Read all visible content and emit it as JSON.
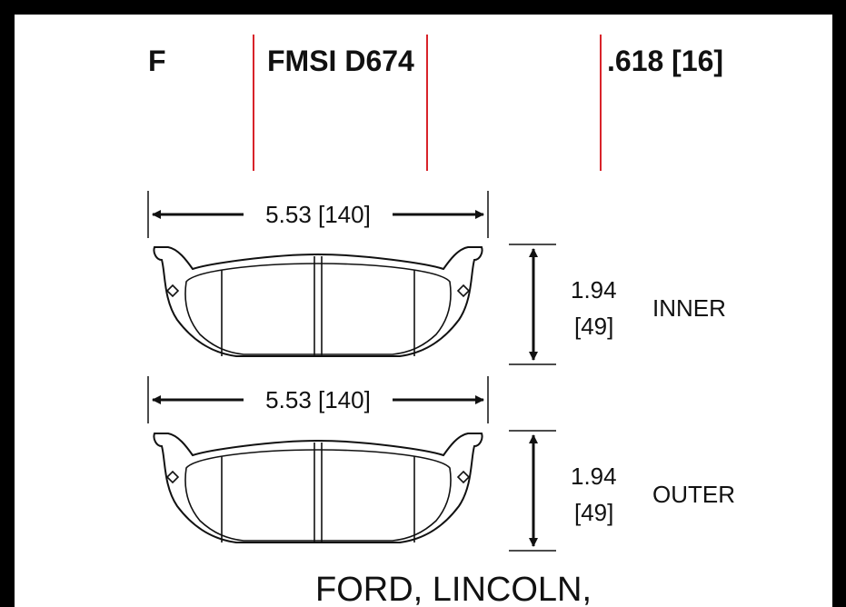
{
  "header": {
    "position_code": "F",
    "fmsi": "FMSI D674",
    "thickness": ".618 [16]",
    "divider_color": "#d8232a"
  },
  "pads": [
    {
      "width_label": "5.53 [140]",
      "height_in": "1.94",
      "height_mm": "[49]",
      "side": "INNER"
    },
    {
      "width_label": "5.53 [140]",
      "height_in": "1.94",
      "height_mm": "[49]",
      "side": "OUTER"
    }
  ],
  "footer": {
    "applications": "FORD, LINCOLN,"
  }
}
